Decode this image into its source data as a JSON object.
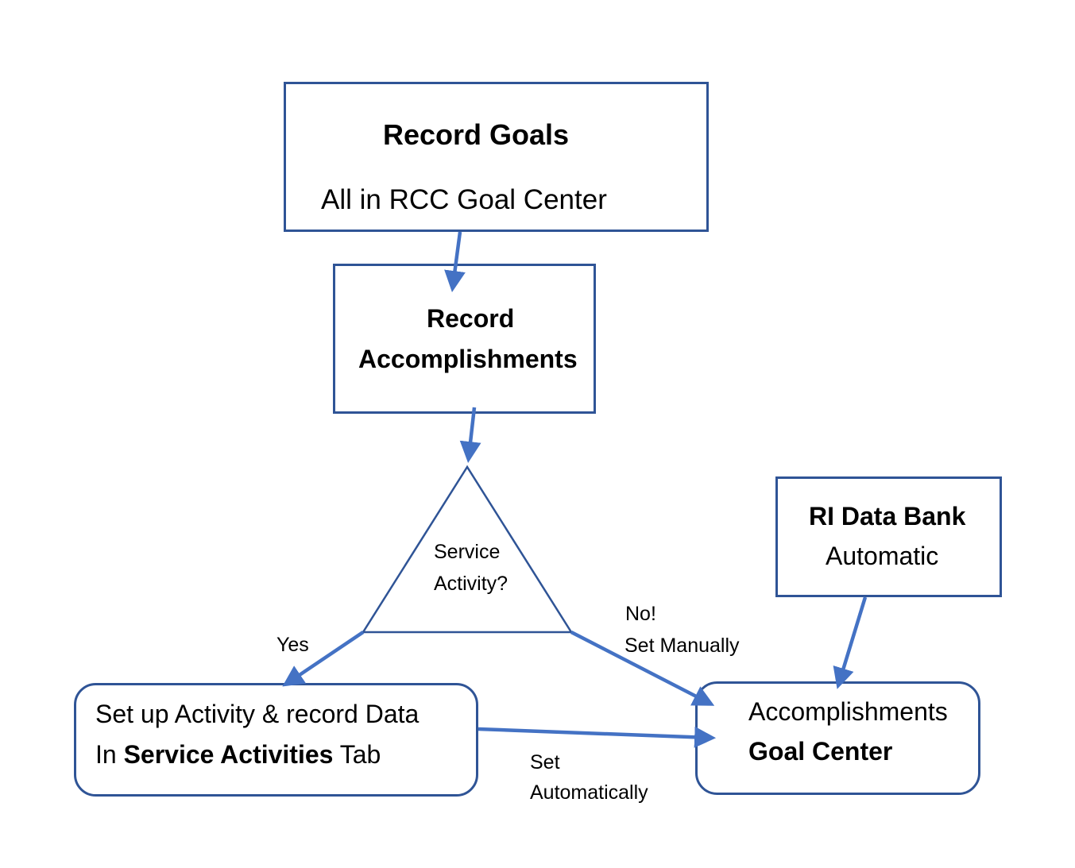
{
  "nodes": {
    "record_goals": {
      "title": "Record Goals",
      "subtitle": "All in RCC Goal Center"
    },
    "record_accomplishments": {
      "line1": "Record",
      "line2": "Accomplishments"
    },
    "service_activity_decision": {
      "line1": "Service",
      "line2": "Activity?"
    },
    "ri_data_bank": {
      "title": "RI Data Bank",
      "subtitle": "Automatic"
    },
    "setup_activity": {
      "line1": "Set up Activity & record Data",
      "line2_prefix": "In ",
      "line2_bold": "Service Activities",
      "line2_suffix": " Tab"
    },
    "accomplishments_goal_center": {
      "line1": "Accomplishments",
      "line2": "Goal Center"
    }
  },
  "edge_labels": {
    "yes": "Yes",
    "no_line1": "No!",
    "no_line2": "Set Manually",
    "auto_line1": "Set",
    "auto_line2": "Automatically"
  },
  "colors": {
    "box_stroke": "#2F5496",
    "arrow": "#4472C4",
    "text": "#000000"
  }
}
